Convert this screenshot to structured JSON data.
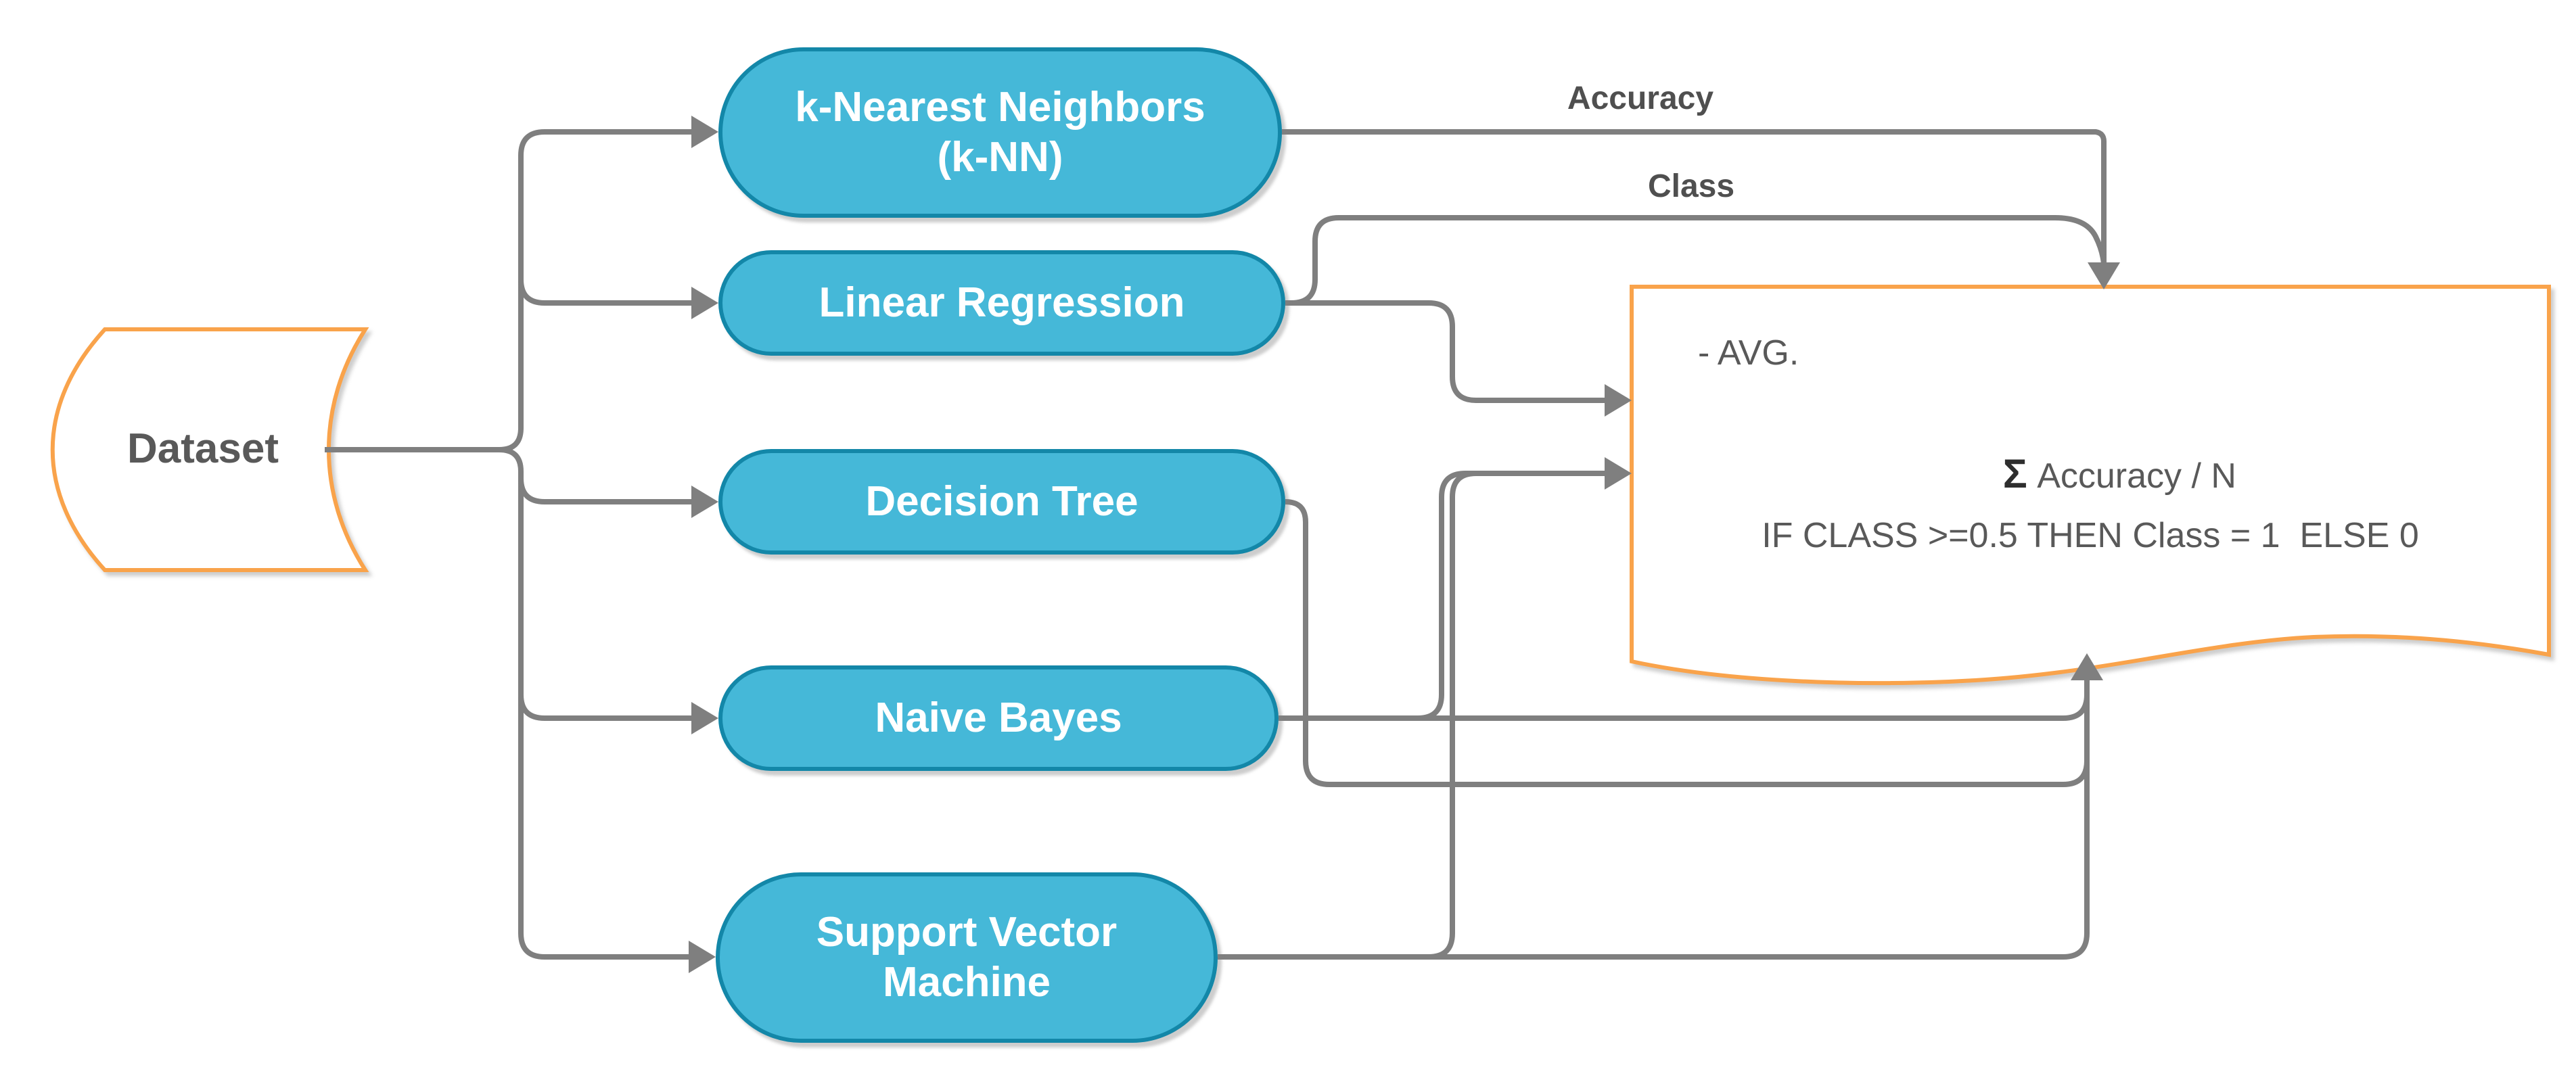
{
  "diagram": {
    "dataset": {
      "label": "Dataset"
    },
    "models": [
      {
        "id": "knn",
        "label_lines": [
          "k-Nearest Neighbors",
          "(k-NN)"
        ]
      },
      {
        "id": "linear-regression",
        "label_lines": [
          "Linear Regression"
        ]
      },
      {
        "id": "decision-tree",
        "label_lines": [
          "Decision Tree"
        ]
      },
      {
        "id": "naive-bayes",
        "label_lines": [
          "Naive Bayes"
        ]
      },
      {
        "id": "support-vector-machine",
        "label_lines": [
          "Support Vector",
          "Machine"
        ]
      }
    ],
    "edge_labels": {
      "accuracy": "Accuracy",
      "class": "Class"
    },
    "aggregator": {
      "avg_line": "- AVG.",
      "sigma": "Σ",
      "sigma_rest": " Accuracy / N",
      "rule": "IF CLASS >=0.5 THEN Class = 1  ELSE 0"
    },
    "colors": {
      "node_fill": "#45b8d8",
      "node_border": "#1387a8",
      "node_text": "#ffffff",
      "connector_gray": "#7f7f7f",
      "shape_orange": "#f9a34b",
      "label_text": "#595959",
      "sigma_black": "#2e2e2e"
    }
  }
}
